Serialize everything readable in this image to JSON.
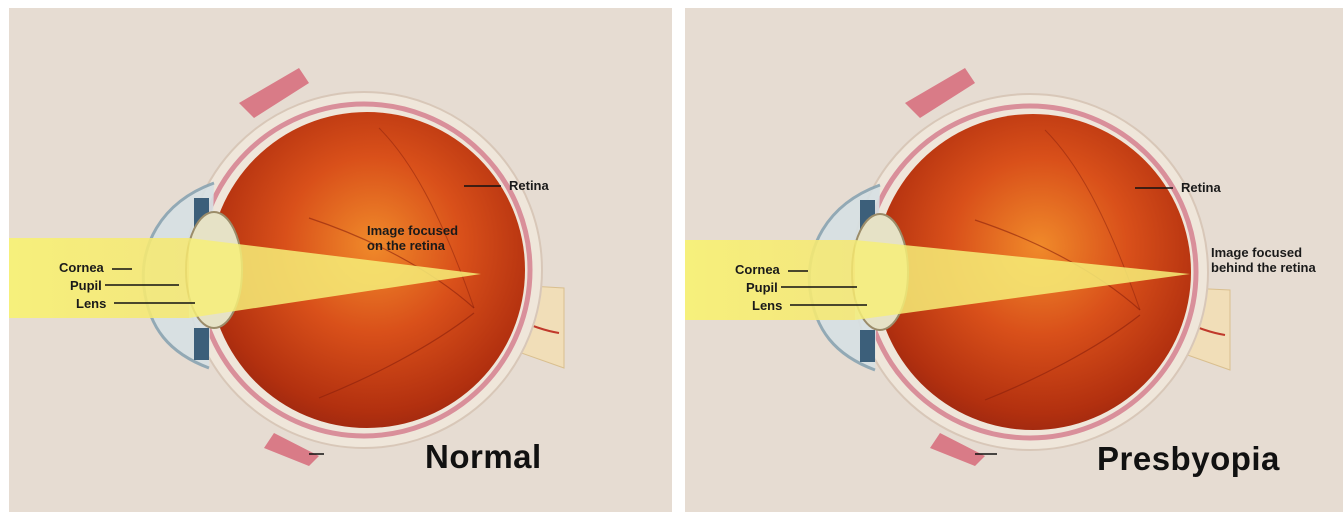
{
  "panels": [
    {
      "title": "Normal",
      "labels": {
        "cornea": "Cornea",
        "pupil": "Pupil",
        "lens": "Lens",
        "retina": "Retina",
        "focus_line1": "Image focused",
        "focus_line2": "on the retina"
      }
    },
    {
      "title": "Presbyopia",
      "labels": {
        "cornea": "Cornea",
        "pupil": "Pupil",
        "lens": "Lens",
        "retina": "Retina",
        "focus_line1": "Image focused",
        "focus_line2": "behind the retina"
      }
    }
  ],
  "colors": {
    "background": "#e6dcd2",
    "light_beam": "#f4ee7a",
    "eyeball_interior": "#c63d12",
    "sclera": "#efe6da"
  }
}
